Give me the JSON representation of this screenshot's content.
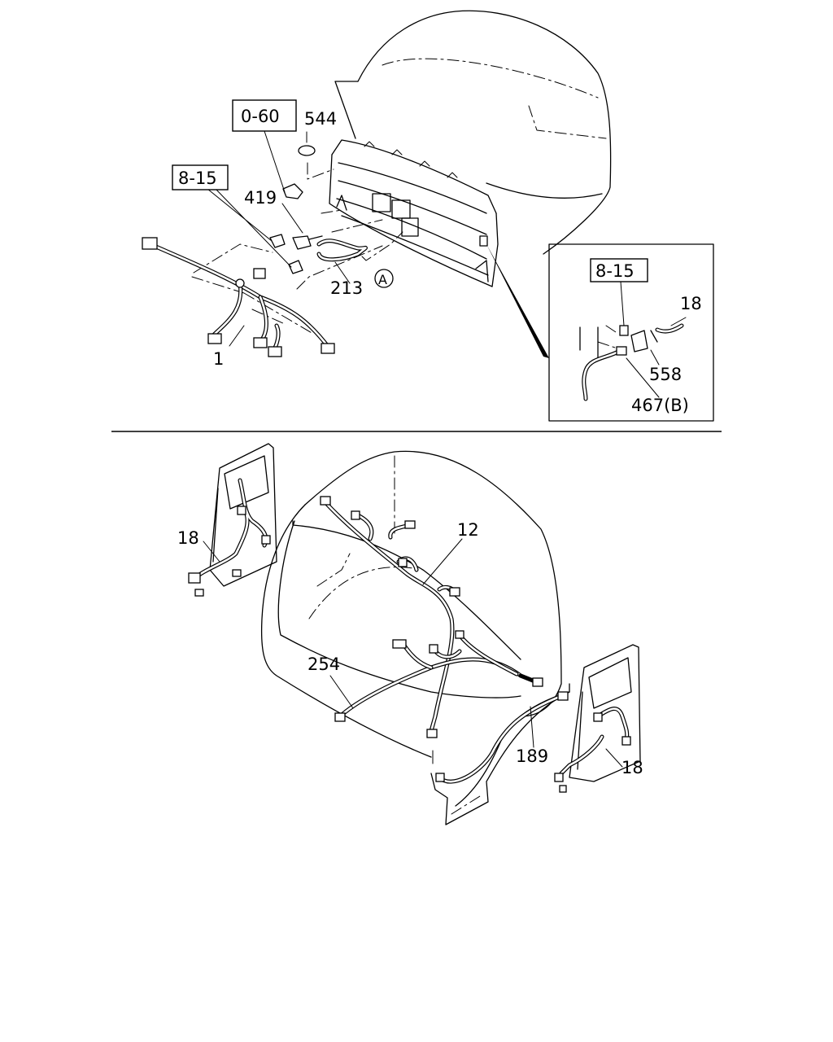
{
  "callouts": {
    "ref_0_60": "0-60",
    "ref_8_15_main": "8-15",
    "ref_8_15_inset": "8-15",
    "part_544": "544",
    "part_419": "419",
    "part_213": "213",
    "marker_a": "A",
    "part_1_top": "1",
    "part_18_inset": "18",
    "part_558": "558",
    "part_467b": "467(B)",
    "part_18_left": "18",
    "part_12": "12",
    "part_254": "254",
    "part_189": "189",
    "part_18_right": "18"
  },
  "colors": {
    "ink": "#000000",
    "paper": "#ffffff"
  }
}
